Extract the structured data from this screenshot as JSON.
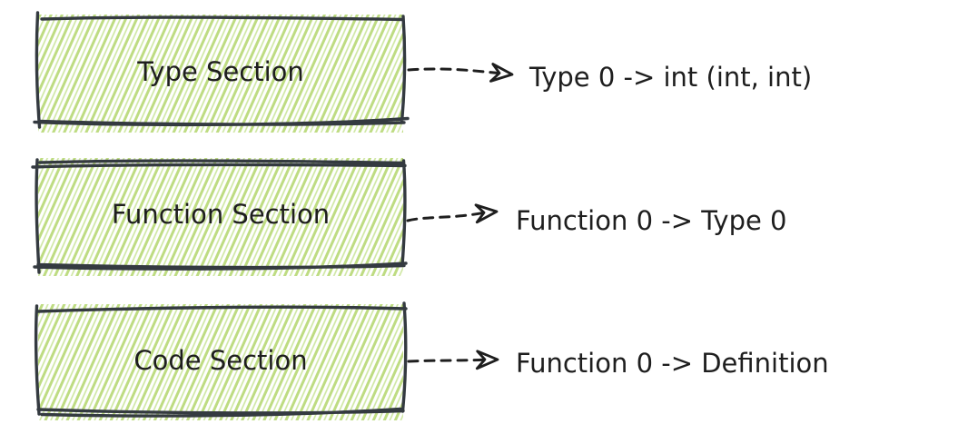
{
  "page": {
    "background": "#ffffff"
  },
  "colors": {
    "box_stroke": "#343a40",
    "hatch_primary": "#bedc82",
    "hatch_secondary": "#cde6a0",
    "text": "#1e1e1e",
    "arrow": "#1e1e1e"
  },
  "icons": {
    "arrow_style": "dashed-arrow-right",
    "arrowhead_style": "hollow-triangle"
  },
  "diagram": {
    "rows": [
      {
        "box_label": "Type Section",
        "annotation": "Type 0 -> int (int, int)"
      },
      {
        "box_label": "Function Section",
        "annotation": "Function 0 -> Type 0"
      },
      {
        "box_label": "Code Section",
        "annotation": "Function 0 -> Definition"
      }
    ]
  }
}
